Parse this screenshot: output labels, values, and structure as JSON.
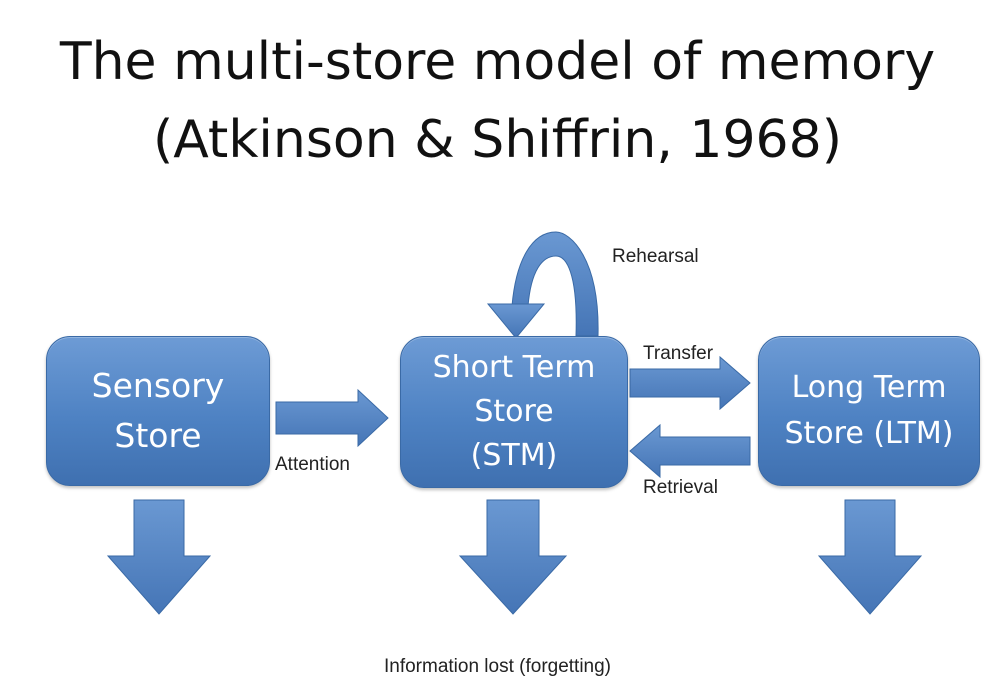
{
  "title": {
    "line1": "The multi-store model of memory",
    "line2": "(Atkinson & Shiffrin, 1968)"
  },
  "stores": {
    "sensory": {
      "line1": "Sensory",
      "line2": "Store"
    },
    "stm": {
      "line1": "Short Term",
      "line2": "Store",
      "line3": "(STM)"
    },
    "ltm": {
      "line1": "Long Term",
      "line2": "Store (LTM)"
    }
  },
  "labels": {
    "rehearsal": "Rehearsal",
    "transfer": "Transfer",
    "retrieval": "Retrieval",
    "attention": "Attention",
    "lost": "Information lost (forgetting)"
  },
  "colors": {
    "box_fill": "#4f83c4",
    "arrow_fill": "#4a7fc0",
    "text": "#222222"
  }
}
